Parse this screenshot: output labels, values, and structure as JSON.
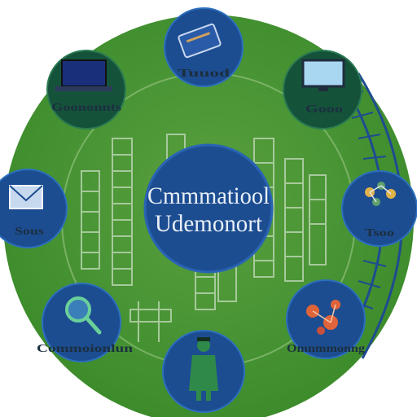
{
  "colors": {
    "big_circle": "#3f8f2e",
    "big_circle_light": "#66a84a",
    "node_fill": "#1d4d91",
    "node_ring": "#2c6fbf",
    "dark_node": "#15523a",
    "bar_color": "#a8c8a0",
    "rail_color": "#21498a"
  },
  "center": {
    "line1": "Cmmmatiool",
    "line2": "Udemonort"
  },
  "nodes": [
    {
      "id": "top",
      "label": "Tuuod",
      "icon": "tablet-icon"
    },
    {
      "id": "top-left",
      "label": "Goononnts",
      "icon": "laptop-icon"
    },
    {
      "id": "top-right",
      "label": "Gooo",
      "icon": "monitor-icon"
    },
    {
      "id": "left",
      "label": "Sous",
      "icon": "envelope-icon"
    },
    {
      "id": "right",
      "label": "Tsoo",
      "icon": "network-cluster-icon"
    },
    {
      "id": "bottom-left",
      "label": "Commoionlun",
      "icon": "magnifier-icon"
    },
    {
      "id": "bottom",
      "label": "",
      "icon": "person-icon"
    },
    {
      "id": "bottom-right",
      "label": "Omnmmonng",
      "icon": "molecules-icon"
    }
  ]
}
